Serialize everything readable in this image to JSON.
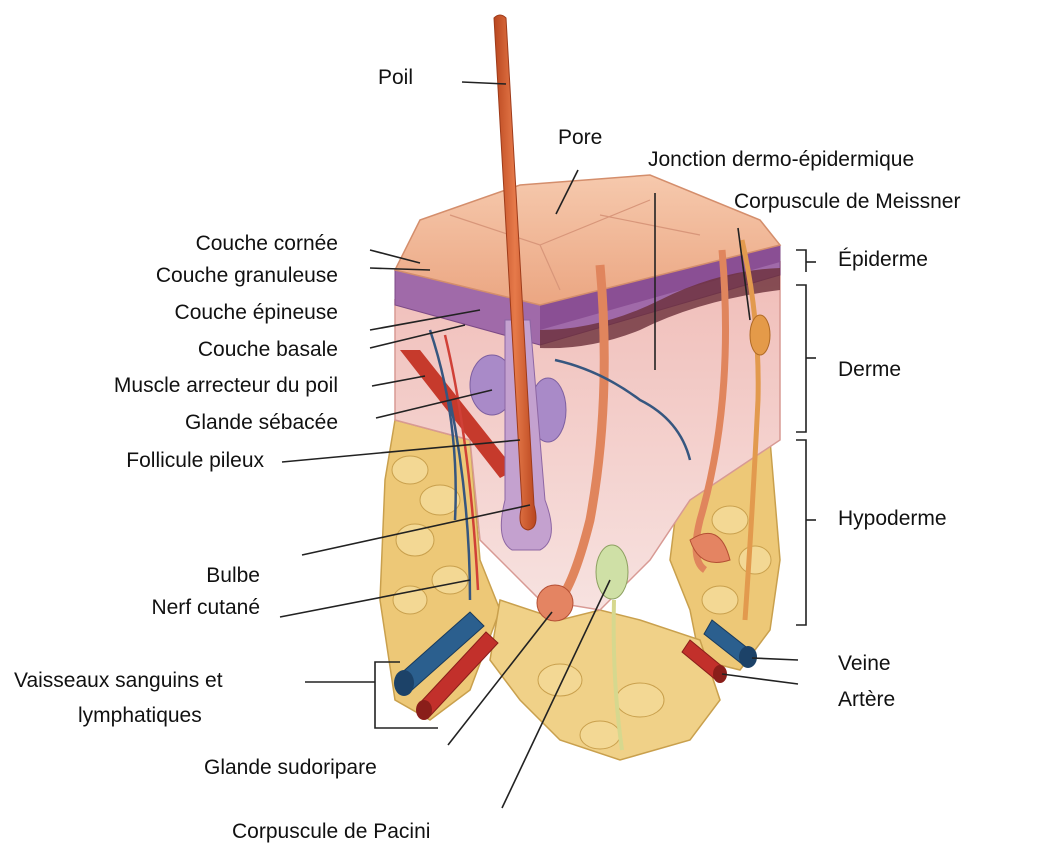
{
  "labels": {
    "poil": "Poil",
    "pore": "Pore",
    "jonction": "Jonction dermo-épidermique",
    "meissner": "Corpuscule de Meissner",
    "couche_cornee": "Couche cornée",
    "couche_granuleuse": "Couche granuleuse",
    "couche_epineuse": "Couche épineuse",
    "couche_basale": "Couche basale",
    "muscle": "Muscle arrecteur du poil",
    "glande_sebacee": "Glande sébacée",
    "follicule": "Follicule pileux",
    "bulbe": "Bulbe",
    "nerf": "Nerf cutané",
    "vaisseaux_1": "Vaisseaux  sanguins et",
    "vaisseaux_2": "lymphatiques",
    "glande_sudoripare": "Glande sudoripare",
    "pacini": "Corpuscule de Pacini",
    "epiderme": "Épiderme",
    "derme": "Derme",
    "hypoderme": "Hypoderme",
    "veine": "Veine",
    "artere": "Artère"
  },
  "colors": {
    "epidermis_top": "#f1b99a",
    "epidermis_purple": "#9f6aa8",
    "dermis": "#f3cbc6",
    "fat": "#edc877",
    "hair": "#d9693d",
    "vein": "#2b5f8e",
    "artery": "#c2302b",
    "leader": "#222222"
  }
}
